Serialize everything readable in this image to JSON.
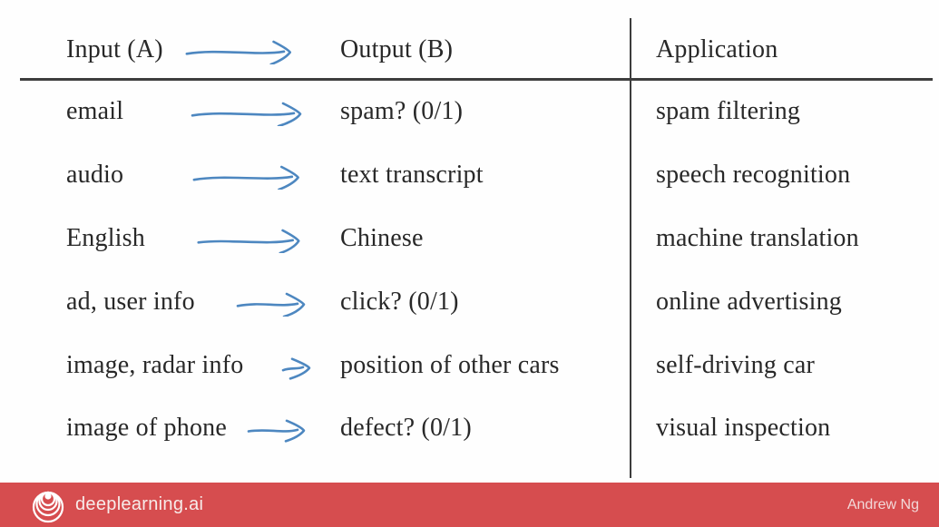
{
  "table": {
    "header": {
      "input": "Input (A)",
      "output": "Output (B)",
      "application": "Application"
    },
    "rows": [
      {
        "input": "email",
        "output": "spam? (0/1)",
        "application": "spam filtering"
      },
      {
        "input": "audio",
        "output": "text transcript",
        "application": "speech recognition"
      },
      {
        "input": "English",
        "output": "Chinese",
        "application": "machine translation"
      },
      {
        "input": "ad, user info",
        "output": "click? (0/1)",
        "application": "online advertising"
      },
      {
        "input": "image, radar info",
        "output": "position of other cars",
        "application": "self-driving car"
      },
      {
        "input": "image of phone",
        "output": "defect? (0/1)",
        "application": "visual inspection"
      }
    ],
    "arrow_icon": "arrow-right-icon",
    "arrow_color": "#4d87c0",
    "rule_color": "#3d3d3d"
  },
  "footer": {
    "brand": "deeplearning.ai",
    "author": "Andrew Ng",
    "bar_color": "#d64d4f",
    "logo_icon": "deeplearning-logo-icon"
  }
}
